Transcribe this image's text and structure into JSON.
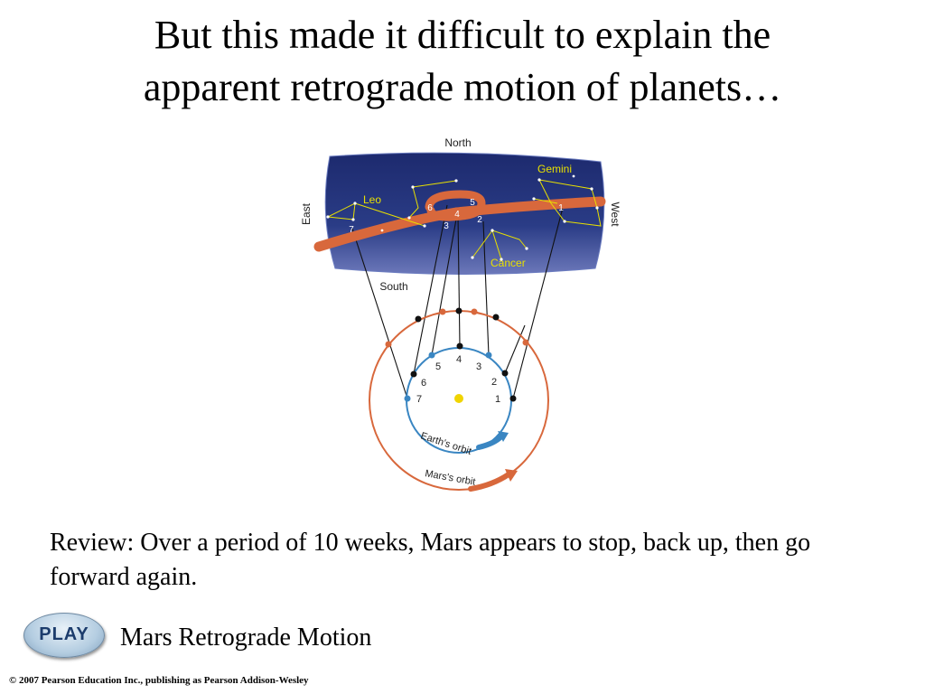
{
  "slide": {
    "title_line1": "But this made it difficult to explain the",
    "title_line2": "apparent retrograde motion of planets…",
    "review_text": "Review: Over a period of 10 weeks, Mars appears to stop, back up, then go forward again.",
    "play_label": "PLAY",
    "play_caption": "Mars Retrograde Motion",
    "copyright": "© 2007 Pearson Education Inc., publishing as Pearson Addison-Wesley"
  },
  "diagram": {
    "north": "North",
    "south": "South",
    "east": "East",
    "west": "West",
    "constellations": {
      "gemini": "Gemini",
      "leo": "Leo",
      "cancer": "Cancer"
    },
    "earth_orbit": "Earth's orbit",
    "mars_orbit": "Mars's orbit",
    "positions": [
      "1",
      "2",
      "3",
      "4",
      "5",
      "6",
      "7"
    ]
  },
  "colors": {
    "sky": "#24347c",
    "path": "#d8683c",
    "earth_orbit": "#3a86c2",
    "mars_orbit": "#d8683c",
    "sun": "#f0d400",
    "constellation": "#e8e000"
  }
}
